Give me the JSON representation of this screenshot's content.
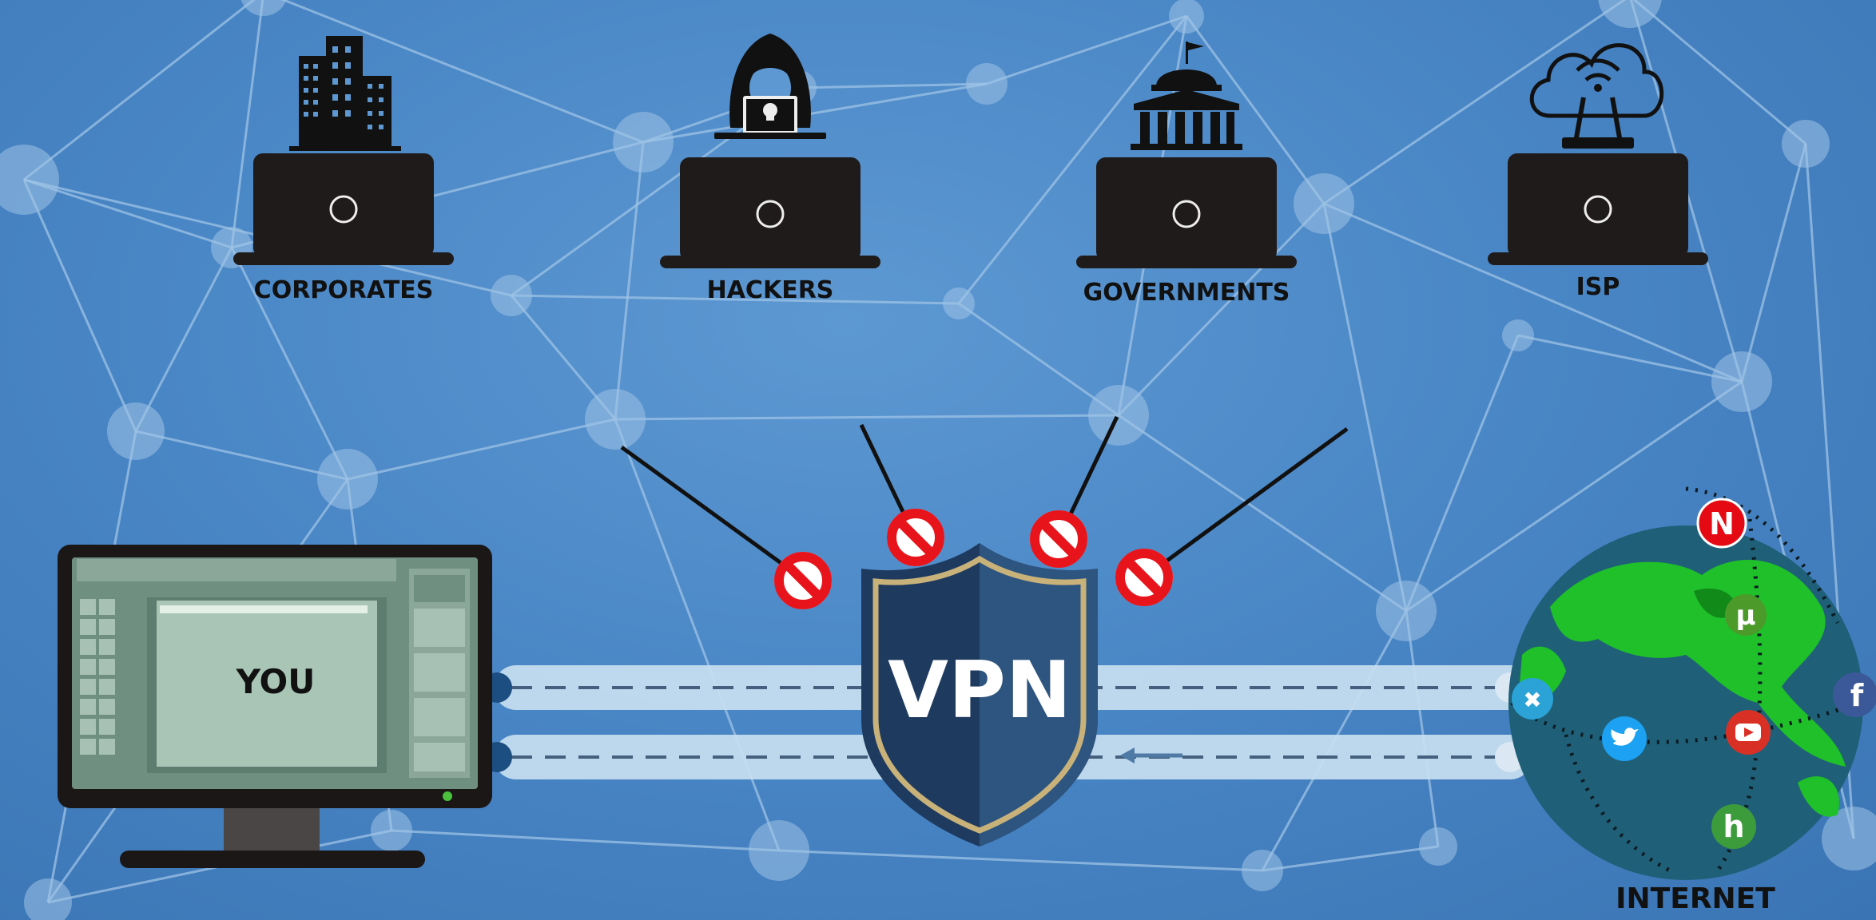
{
  "observers": [
    {
      "label": "CORPORATES",
      "icon": "building-icon"
    },
    {
      "label": "HACKERS",
      "icon": "hooded-hacker-icon"
    },
    {
      "label": "GOVERNMENTS",
      "icon": "government-building-icon"
    },
    {
      "label": "ISP",
      "icon": "cloud-wifi-router-icon"
    }
  ],
  "user": {
    "label": "YOU"
  },
  "vpn": {
    "label": "VPN"
  },
  "internet": {
    "label": "INTERNET",
    "services": [
      {
        "glyph": "N",
        "name": "netflix-icon",
        "color": "#e50914"
      },
      {
        "glyph": "µ",
        "name": "utorrent-icon",
        "color": "#4c9a2a"
      },
      {
        "glyph": "f",
        "name": "facebook-icon",
        "color": "#3b5998"
      },
      {
        "glyph": "✖",
        "name": "kodi-icon",
        "color": "#2ba3d6"
      },
      {
        "glyph": "🐦",
        "name": "twitter-icon",
        "color": "#1da1f2"
      },
      {
        "glyph": "▶",
        "name": "youtube-icon",
        "color": "#d93025"
      },
      {
        "glyph": "h",
        "name": "hulu-icon",
        "color": "#3c9c3c"
      }
    ]
  },
  "colors": {
    "background": "#4a87c6",
    "network": "#9ec3e6",
    "laptop": "#1f1b1b",
    "block": "#e8141c",
    "shield_dark": "#1e3a5f",
    "shield_light": "#2d557f",
    "shield_rim": "#c9b27a",
    "globe_ocean": "#1f5f78",
    "globe_land": "#1fc02a"
  }
}
